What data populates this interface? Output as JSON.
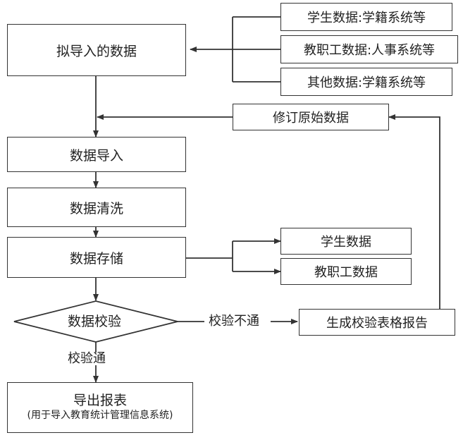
{
  "sources": [
    {
      "label": "学生数据:学籍系统等"
    },
    {
      "label": "教职工数据:人事系统等"
    },
    {
      "label": "其他数据:学籍系统等"
    }
  ],
  "steps": {
    "pending_data": "拟导入的数据",
    "revise_original": "修订原始数据",
    "import": "数据导入",
    "cleaning": "数据清洗",
    "storage": "数据存储",
    "validation": "数据校验",
    "report": "生成校验表格报告",
    "export_title": "导出报表",
    "export_note": "(用于导入教育统计管理信息系统)"
  },
  "storage_targets": [
    "学生数据",
    "教职工数据"
  ],
  "edge_labels": {
    "fail": "校验不通",
    "pass": "校验通"
  }
}
